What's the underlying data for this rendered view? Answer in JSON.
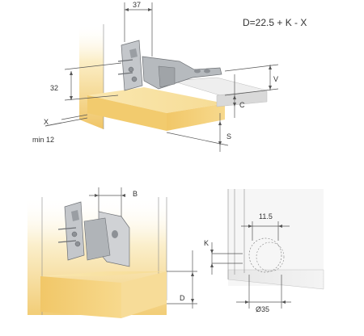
{
  "formula": "D=22.5 + K - X",
  "top_view": {
    "dim_top": "37",
    "dim_height": "32",
    "dim_x": "X",
    "dim_min": "min 12",
    "dim_v": "V",
    "dim_c": "C",
    "dim_s": "S"
  },
  "bottom_left_view": {
    "dim_b": "B",
    "dim_k": "K",
    "dim_d": "D"
  },
  "bottom_right_view": {
    "dim_hole_offset": "11.5",
    "dim_hole_diameter": "Ø35"
  },
  "colors": {
    "wood_light": "#fbe9b4",
    "wood_mid": "#f3cf73",
    "wood_dark": "#e2b04a",
    "board_grey": "#dcdcdc",
    "hinge_metal": "#b9bcc0"
  }
}
